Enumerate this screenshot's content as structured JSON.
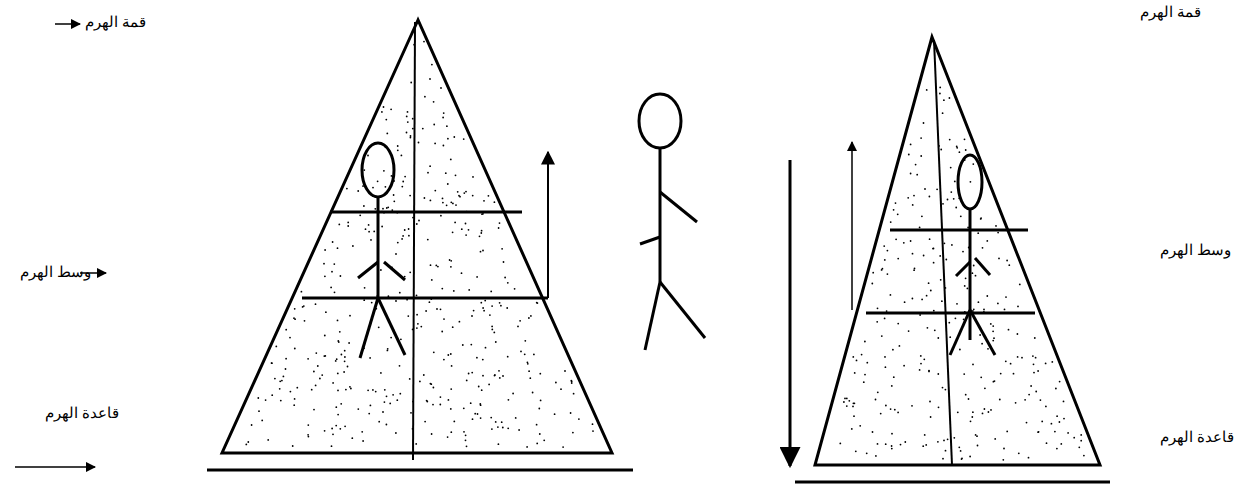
{
  "diagram": {
    "labels": [
      "قمة الهرم",
      "وسط الهرم",
      "قاعدة الهرم",
      "قمة الهرم",
      "وسط الهرم",
      "قاعدة الهرم"
    ]
  }
}
